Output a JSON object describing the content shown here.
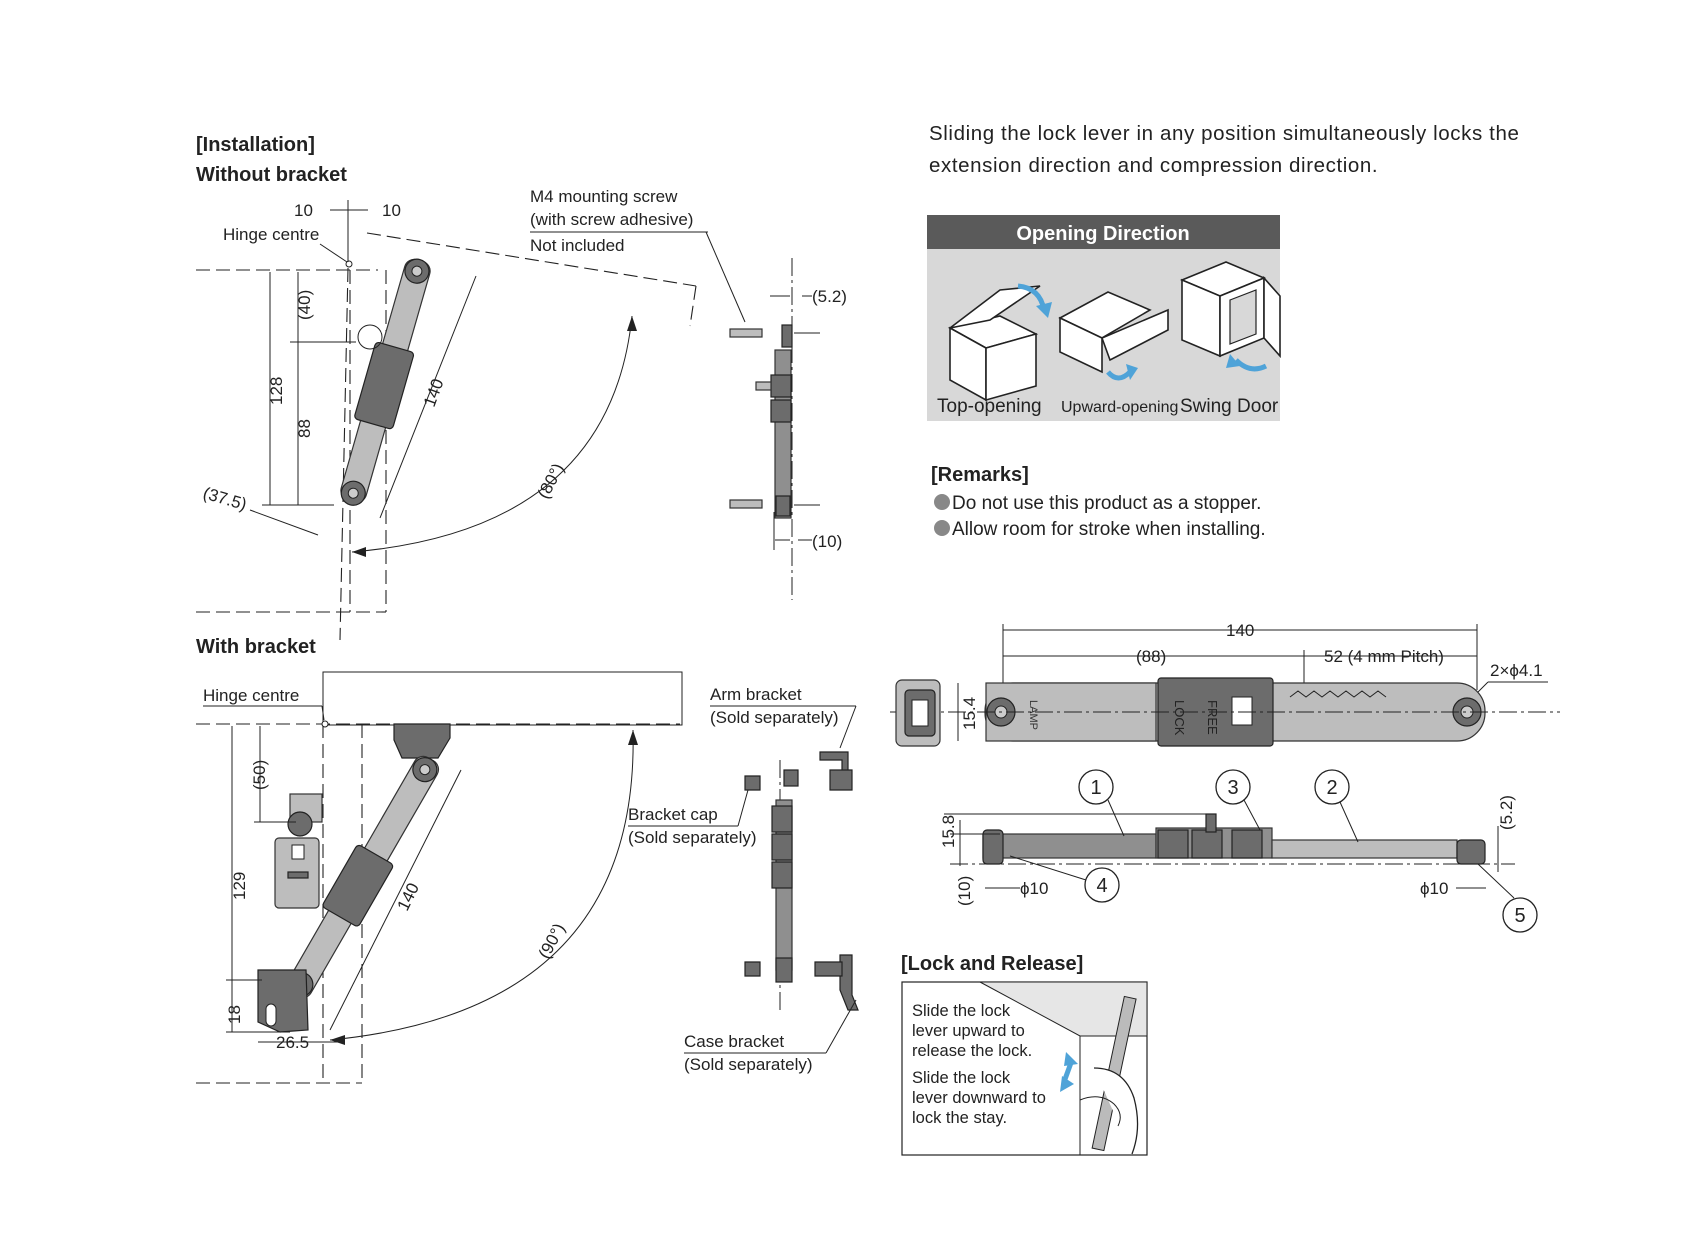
{
  "intro_text": "Sliding the lock lever in any position simultaneously locks the extension direction and compression direction.",
  "installation": {
    "heading": "[Installation]",
    "without_bracket": {
      "title": "Without bracket",
      "hinge_centre": "Hinge centre",
      "screw_note": [
        "M4 mounting screw",
        "(with screw adhesive)",
        "Not included"
      ],
      "dims": {
        "offset_left": "10",
        "offset_right": "10",
        "d40": "(40)",
        "d128": "128",
        "d88": "88",
        "d140": "140",
        "d37_5": "(37.5)",
        "angle": "(80°)",
        "d5_2": "(5.2)",
        "d10": "(10)"
      }
    },
    "with_bracket": {
      "title": "With bracket",
      "hinge_centre": "Hinge centre",
      "arm_bracket": [
        "Arm bracket",
        "(Sold separately)"
      ],
      "bracket_cap": [
        "Bracket cap",
        "(Sold separately)"
      ],
      "case_bracket": [
        "Case bracket",
        "(Sold separately)"
      ],
      "dims": {
        "d50": "(50)",
        "d129": "129",
        "d18": "18",
        "d26_5": "26.5",
        "d140": "140",
        "angle": "(90°)"
      }
    }
  },
  "opening_direction": {
    "title": "Opening Direction",
    "items": [
      "Top-opening",
      "Upward-opening",
      "Swing Door"
    ],
    "colors": {
      "header_bg": "#5a5a5a",
      "panel_bg": "#d8d8d8",
      "arrow": "#4fa3d8"
    }
  },
  "remarks": {
    "title": "[Remarks]",
    "items": [
      "Do not use this product as a stopper.",
      "Allow room for stroke when installing."
    ]
  },
  "dimension_drawing": {
    "overall": "140",
    "d88": "(88)",
    "pitch": "52 (4 mm Pitch)",
    "holes": "2×ϕ4.1",
    "width": "15.4",
    "height": "15.8",
    "thick": "(10)",
    "d5_2": "(5.2)",
    "phi_left": "ϕ10",
    "phi_right": "ϕ10",
    "body_top": "FREE",
    "body_bottom": "LOCK",
    "brand": "LAMP",
    "callouts": [
      "1",
      "2",
      "3",
      "4",
      "5"
    ]
  },
  "lock_release": {
    "title": "[Lock and Release]",
    "release_text": [
      "Slide the lock",
      "lever upward to",
      "release the lock."
    ],
    "lock_text": [
      "Slide the lock",
      "lever downward to",
      "lock the stay."
    ]
  }
}
